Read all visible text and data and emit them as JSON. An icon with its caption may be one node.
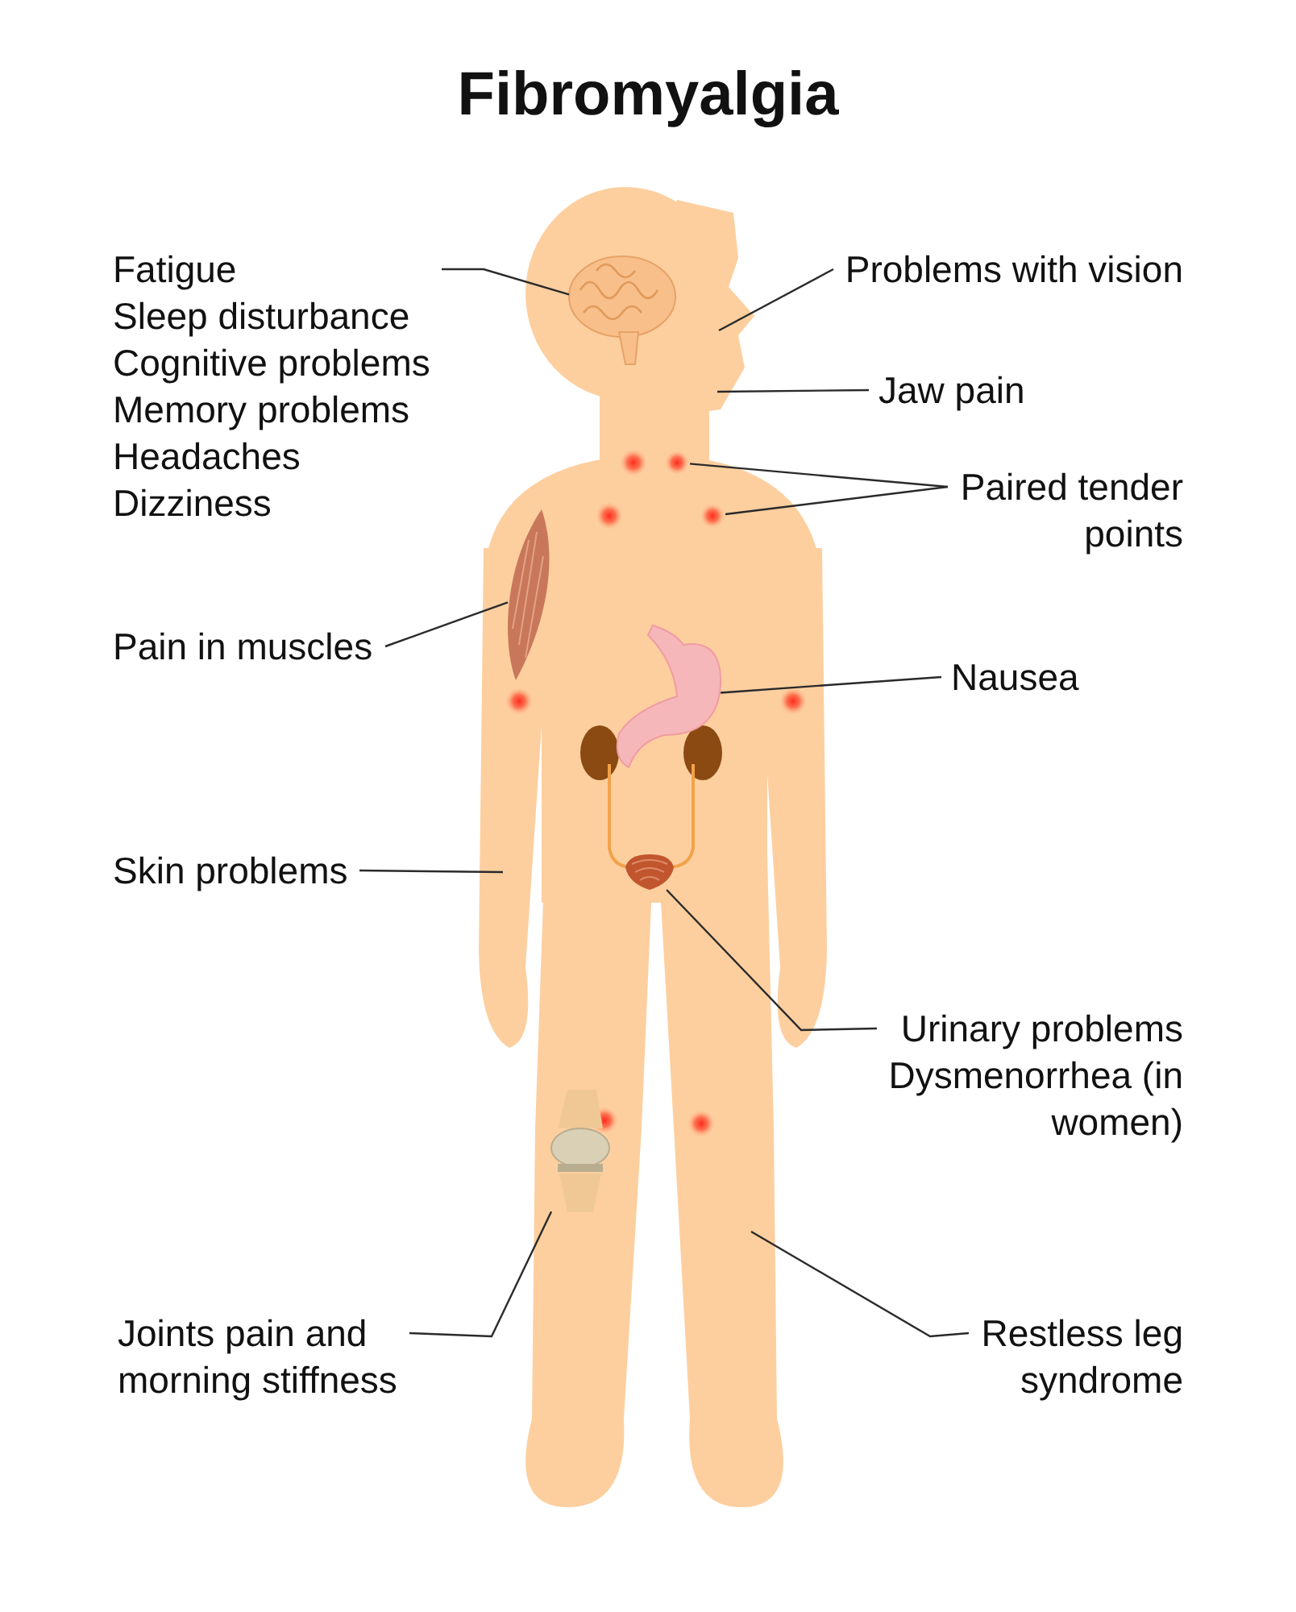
{
  "diagram": {
    "title": "Fibromyalgia",
    "nodes": [
      {
        "text": [
          "Fatigue",
          "Sleep disturbance",
          "Cognitive problems",
          "Memory problems",
          "Headaches",
          "Dizziness"
        ]
      },
      {
        "text": [],
        "shape": "picture"
      },
      {
        "text": [
          "Problems with vision"
        ]
      },
      {
        "text": [
          "Jaw pain"
        ]
      },
      {
        "text": [
          "Paired tender points"
        ]
      },
      {
        "text": [],
        "shape": "circle"
      },
      {
        "text": [],
        "shape": "circle"
      },
      {
        "text": [
          "Pain in muscles"
        ]
      },
      {
        "text": [],
        "shape": "picture"
      },
      {
        "text": [
          "Nausea"
        ]
      },
      {
        "text": [],
        "shape": "picture"
      },
      {
        "text": [
          "Skin problems"
        ]
      },
      {
        "text": [
          "Urinary problems",
          "Dysmenorrhea (in women)"
        ]
      },
      {
        "text": [],
        "shape": "picture"
      },
      {
        "text": [
          "Joints pain and morning stiffness"
        ]
      },
      {
        "text": [],
        "shape": "picture"
      },
      {
        "text": [
          "Restless leg syndrome"
        ]
      }
    ],
    "edges": [
      {
        "from": 0,
        "to": 1,
        "arrow": "none"
      },
      {
        "from": 2,
        "to": null,
        "arrow": "none"
      },
      {
        "from": 3,
        "to": null,
        "arrow": "none"
      },
      {
        "from": 4,
        "to": 5,
        "arrow": "none"
      },
      {
        "from": 4,
        "to": 6,
        "arrow": "none"
      },
      {
        "from": 7,
        "to": 8,
        "arrow": "none"
      },
      {
        "from": 9,
        "to": 10,
        "arrow": "none"
      },
      {
        "from": 11,
        "to": null,
        "arrow": "none"
      },
      {
        "from": 12,
        "to": 13,
        "arrow": "none"
      },
      {
        "from": 14,
        "to": 15,
        "arrow": "none"
      },
      {
        "from": 16,
        "to": null,
        "arrow": "none"
      }
    ]
  }
}
